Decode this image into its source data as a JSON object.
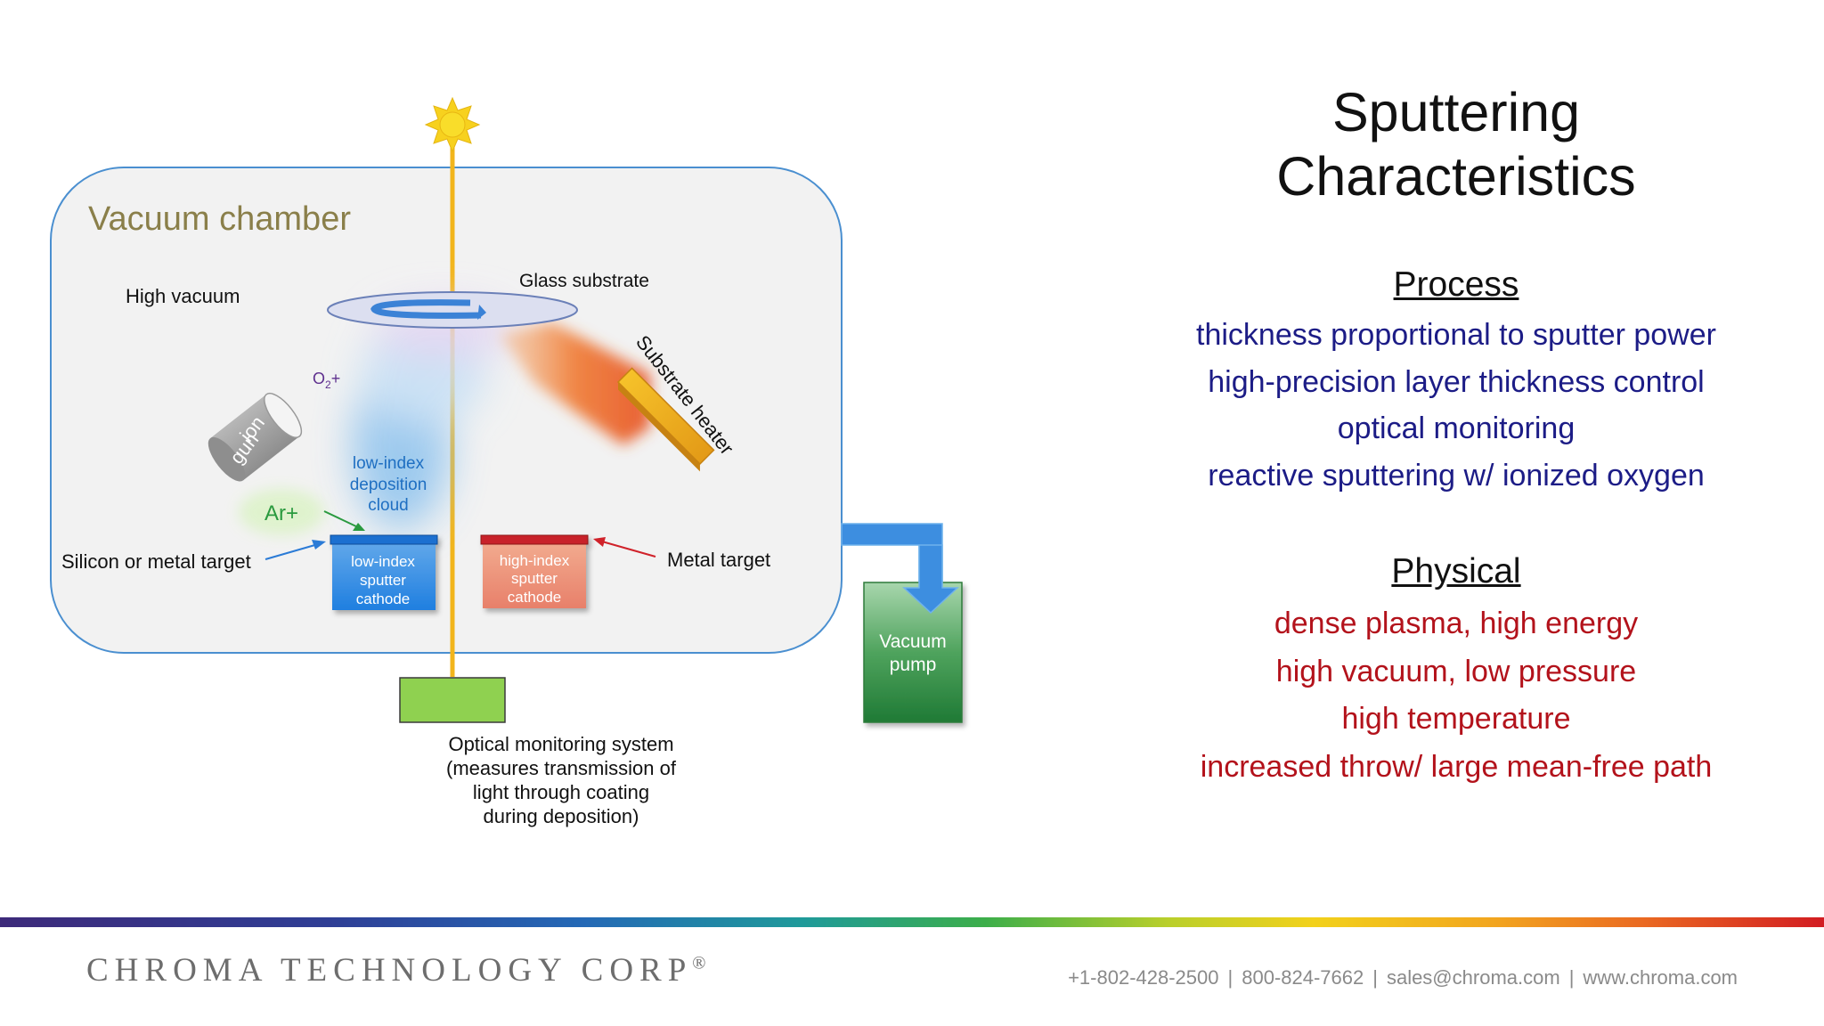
{
  "diagram": {
    "chamber_label": "Vacuum chamber",
    "high_vacuum": "High vacuum",
    "glass_substrate": "Glass substrate",
    "substrate_heater": "Substrate heater",
    "o2_label": "O",
    "o2_sub": "2",
    "o2_plus": "+",
    "ion_gun_line1": "ion",
    "ion_gun_line2": "gun",
    "cloud_line1": "low-index",
    "cloud_line2": "deposition",
    "cloud_line3": "cloud",
    "ar_label": "Ar+",
    "silicon_target": "Silicon or metal target",
    "metal_target": "Metal target",
    "low_cathode_line1": "low-index",
    "low_cathode_line2": "sputter",
    "low_cathode_line3": "cathode",
    "high_cathode_line1": "high-index",
    "high_cathode_line2": "sputter",
    "high_cathode_line3": "cathode",
    "pump_line1": "Vacuum",
    "pump_line2": "pump",
    "optical_line1": "Optical monitoring system",
    "optical_line2": "(measures transmission of",
    "optical_line3": "light through coating",
    "optical_line4": "during deposition)"
  },
  "panel": {
    "title_line1": "Sputtering",
    "title_line2": "Characteristics",
    "process_heading": "Process",
    "process_items": [
      "thickness proportional to sputter power",
      "high-precision layer thickness control",
      "optical monitoring",
      "reactive sputtering w/ ionized oxygen"
    ],
    "physical_heading": "Physical",
    "physical_items": [
      "dense plasma, high energy",
      "high vacuum, low pressure",
      "high temperature",
      "increased throw/ large mean-free path"
    ]
  },
  "footer": {
    "brand": "CHROMA TECHNOLOGY CORP",
    "brand_reg": "®",
    "phone1": "+1-802-428-2500",
    "phone2": "800-824-7662",
    "email": "sales@chroma.com",
    "website": "www.chroma.com",
    "separator": "|"
  },
  "colors": {
    "process_text": "#1c1c86",
    "physical_text": "#b3121b",
    "chamber_label": "#8a7f4a",
    "light_beam": "#f2b51c"
  }
}
